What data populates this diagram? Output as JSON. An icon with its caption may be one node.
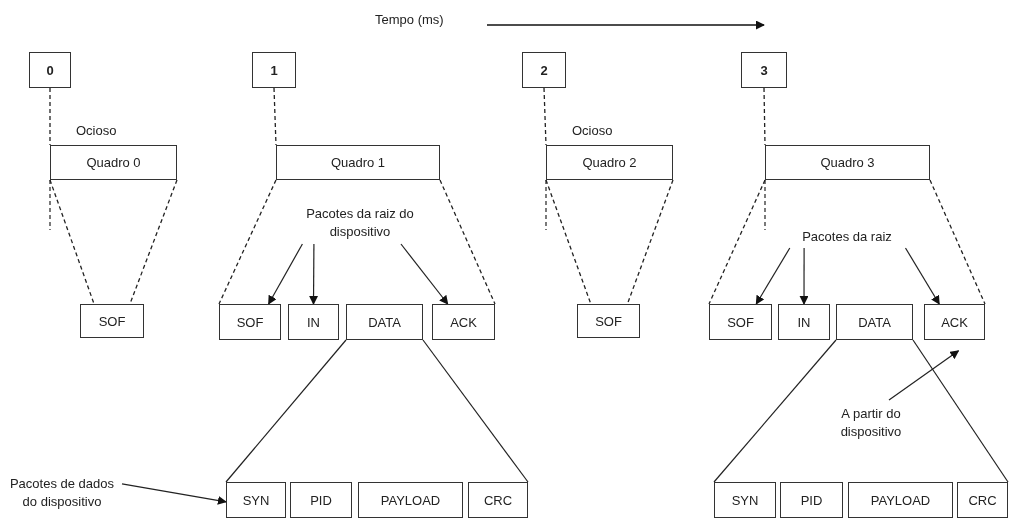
{
  "diagram": {
    "nodes": [
      {
        "text": [
          "0"
        ]
      },
      {
        "text": [
          "1"
        ]
      },
      {
        "text": [
          "2"
        ]
      },
      {
        "text": [
          "3"
        ]
      },
      {
        "text": [
          "Quadro 0"
        ],
        "beside": [
          "Ocioso"
        ]
      },
      {
        "text": [
          "Quadro 1"
        ]
      },
      {
        "text": [
          "Quadro 2"
        ],
        "beside": [
          "Ocioso"
        ]
      },
      {
        "text": [
          "Quadro 3"
        ]
      },
      {
        "text": [
          "Pacotes da raiz do dispositivo"
        ]
      },
      {
        "text": [
          "SOF"
        ]
      },
      {
        "text": [
          "SOF"
        ]
      },
      {
        "text": [
          "IN"
        ]
      },
      {
        "text": [
          "DATA"
        ]
      },
      {
        "text": [
          "ACK"
        ]
      },
      {
        "text": [
          "SOF"
        ]
      },
      {
        "text": [
          "Pacotes da raiz"
        ]
      },
      {
        "text": [
          "SOF"
        ]
      },
      {
        "text": [
          "IN"
        ]
      },
      {
        "text": [
          "DATA"
        ]
      },
      {
        "text": [
          "ACK"
        ]
      },
      {
        "text": [
          "A partir do dispositivo"
        ]
      },
      {
        "text": [
          "Pacotes de dados do dispositivo"
        ]
      },
      {
        "text": [
          "SYN"
        ]
      },
      {
        "text": [
          "PID"
        ]
      },
      {
        "text": [
          "PAYLOAD"
        ]
      },
      {
        "text": [
          "CRC"
        ]
      },
      {
        "text": [
          "SYN"
        ]
      },
      {
        "text": [
          "PID"
        ]
      },
      {
        "text": [
          "PAYLOAD"
        ]
      },
      {
        "text": [
          "CRC"
        ]
      }
    ],
    "edges": [
      {
        "from": 0,
        "to": 4,
        "arrow": "none",
        "style": "dashed"
      },
      {
        "from": 1,
        "to": 5,
        "arrow": "none",
        "style": "dashed"
      },
      {
        "from": 2,
        "to": 6,
        "arrow": "none",
        "style": "dashed"
      },
      {
        "from": 3,
        "to": 7,
        "arrow": "none",
        "style": "dashed"
      },
      {
        "from": 4,
        "to": 9,
        "arrow": "none",
        "style": "dashed"
      },
      {
        "from": 4,
        "to": 9,
        "arrow": "none",
        "style": "dashed"
      },
      {
        "from": 5,
        "to": 10,
        "arrow": "none",
        "style": "dashed"
      },
      {
        "from": 5,
        "to": 13,
        "arrow": "none",
        "style": "dashed"
      },
      {
        "from": 6,
        "to": 14,
        "arrow": "none",
        "style": "dashed"
      },
      {
        "from": 6,
        "to": 14,
        "arrow": "none",
        "style": "dashed"
      },
      {
        "from": 7,
        "to": 16,
        "arrow": "none",
        "style": "dashed"
      },
      {
        "from": 7,
        "to": 19,
        "arrow": "none",
        "style": "dashed"
      },
      {
        "from": 8,
        "to": 10,
        "arrow": "to"
      },
      {
        "from": 8,
        "to": 11,
        "arrow": "to"
      },
      {
        "from": 8,
        "to": 13,
        "arrow": "to"
      },
      {
        "from": 15,
        "to": 16,
        "arrow": "to"
      },
      {
        "from": 15,
        "to": 17,
        "arrow": "to"
      },
      {
        "from": 15,
        "to": 19,
        "arrow": "to"
      },
      {
        "from": 20,
        "to": 19,
        "arrow": "to"
      },
      {
        "from": 21,
        "to": 22,
        "arrow": "to"
      },
      {
        "from": 12,
        "to": 22,
        "arrow": "none"
      },
      {
        "from": 12,
        "to": 25,
        "arrow": "none"
      },
      {
        "from": 18,
        "to": 26,
        "arrow": "none"
      },
      {
        "from": 18,
        "to": 29,
        "arrow": "none"
      }
    ],
    "labels": [
      "Tempo (ms)"
    ]
  }
}
